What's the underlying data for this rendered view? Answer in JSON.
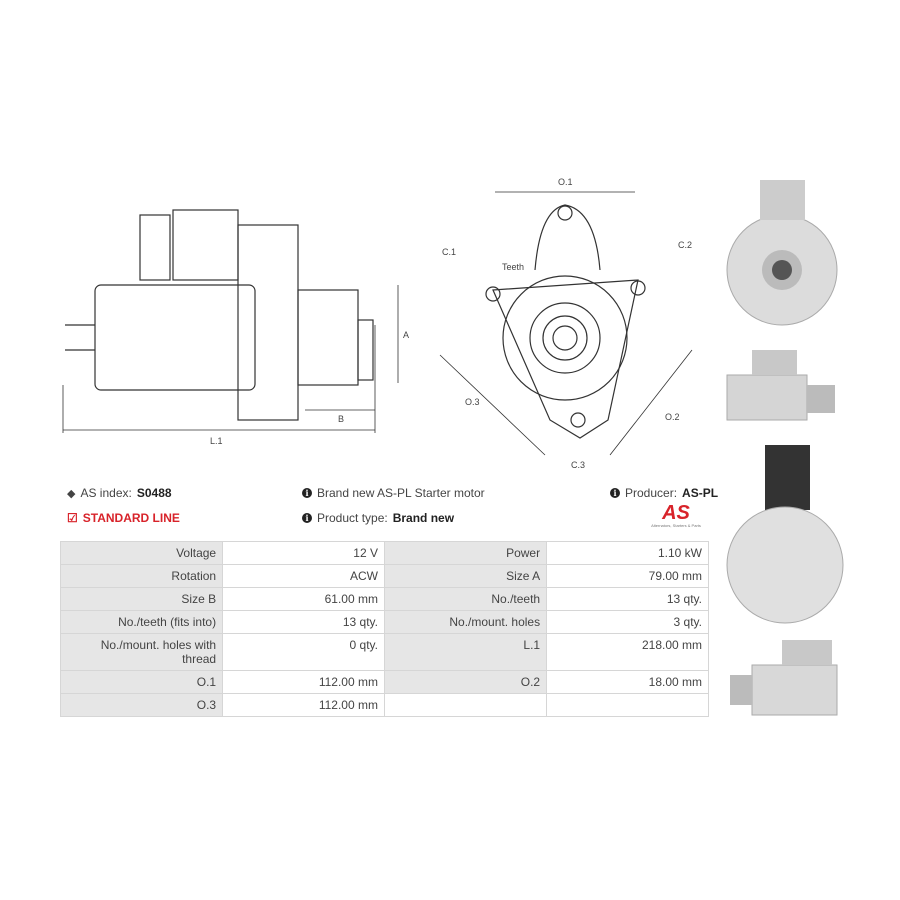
{
  "drawings": {
    "side_labels": {
      "a": "A",
      "b": "B",
      "l1": "L.1"
    },
    "front_labels": {
      "o1": "O.1",
      "o2": "O.2",
      "o3": "O.3",
      "c1": "C.1",
      "c2": "C.2",
      "c3": "C.3",
      "teeth": "Teeth"
    }
  },
  "info": {
    "as_index_label": "AS index:",
    "as_index_value": "S0488",
    "line": "STANDARD LINE",
    "description": "Brand new AS-PL Starter motor",
    "product_type_label": "Product type:",
    "product_type_value": "Brand new",
    "producer_label": "Producer:",
    "producer_value": "AS-PL",
    "logo_text": "AS",
    "logo_tagline": "Alternators, Starters & Parts"
  },
  "specs": [
    [
      "Voltage",
      "12 V",
      "Power",
      "1.10 kW"
    ],
    [
      "Rotation",
      "ACW",
      "Size A",
      "79.00 mm"
    ],
    [
      "Size B",
      "61.00 mm",
      "No./teeth",
      "13 qty."
    ],
    [
      "No./teeth (fits into)",
      "13 qty.",
      "No./mount. holes",
      "3 qty."
    ],
    [
      "No./mount. holes with thread",
      "0 qty.",
      "L.1",
      "218.00 mm"
    ],
    [
      "O.1",
      "112.00 mm",
      "O.2",
      "18.00 mm"
    ],
    [
      "O.3",
      "112.00 mm",
      "",
      ""
    ]
  ]
}
